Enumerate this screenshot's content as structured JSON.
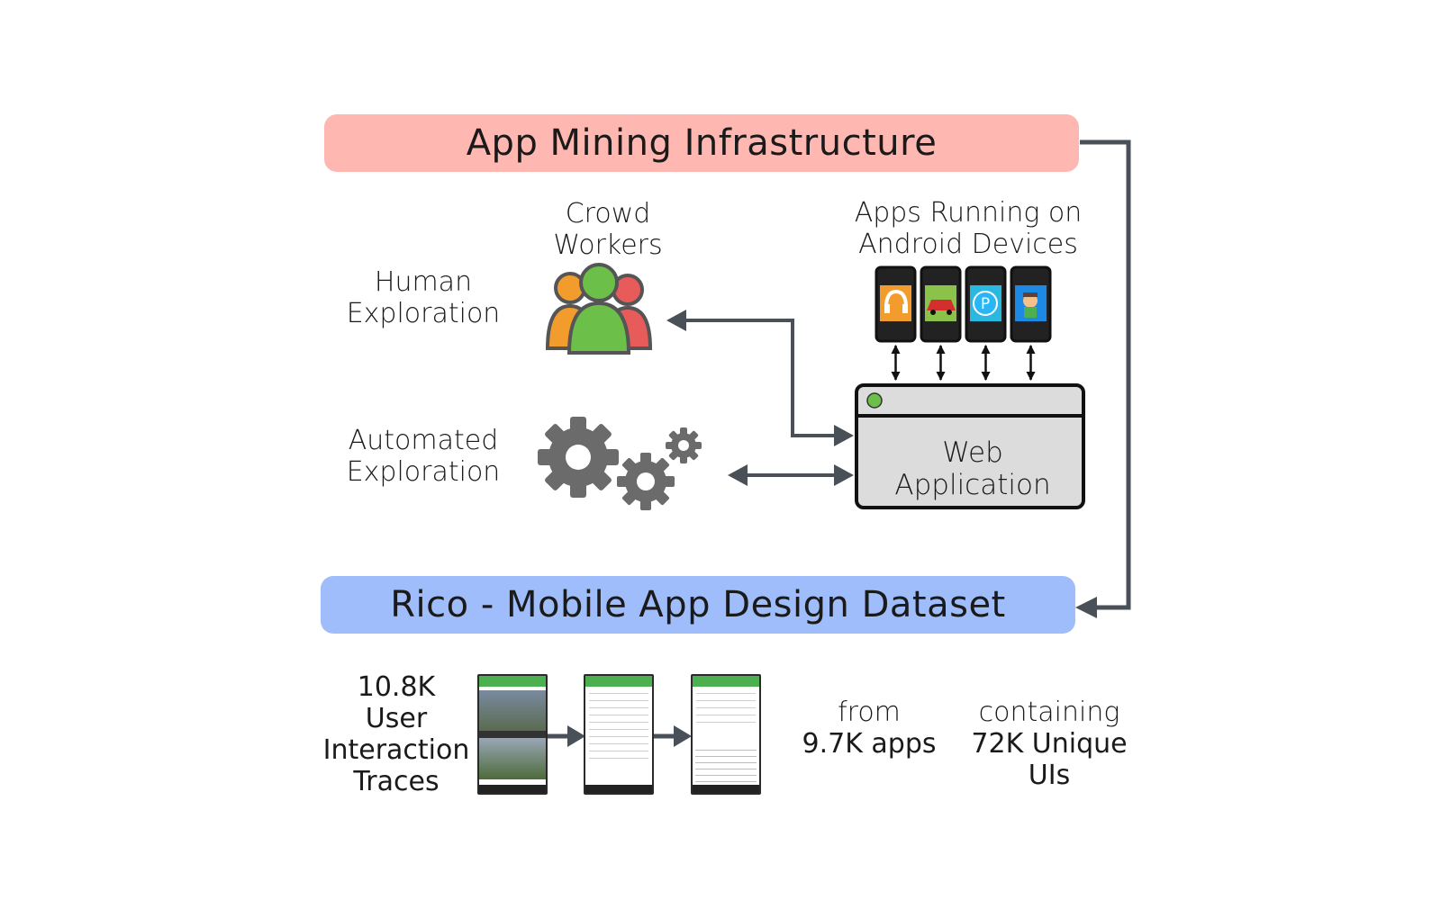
{
  "banners": {
    "top": "App Mining Infrastructure",
    "bottom": "Rico - Mobile App Design Dataset"
  },
  "labels": {
    "human_exploration": [
      "Human",
      "Exploration"
    ],
    "automated_exploration": [
      "Automated",
      "Exploration"
    ],
    "crowd_workers": [
      "Crowd",
      "Workers"
    ],
    "apps_running": [
      "Apps Running on",
      "Android Devices"
    ],
    "web_application": "Web Application"
  },
  "stats": {
    "traces": [
      "10.8K",
      "User",
      "Interaction",
      "Traces"
    ],
    "apps": [
      "from",
      "9.7K apps"
    ],
    "uis": [
      "containing",
      "72K Unique",
      "UIs"
    ]
  },
  "icons": [
    "crowd-workers-icon",
    "gears-icon",
    "headphones-app-icon",
    "racing-car-app-icon",
    "p-letter-app-icon",
    "game-character-app-icon"
  ],
  "colors": {
    "top_banner": "#ffb8b1",
    "bottom_banner": "#9fbcfb",
    "arrows": "#4a5058",
    "crowd_green": "#6cc04a",
    "crowd_orange": "#f39c2e",
    "crowd_red": "#e85b5b",
    "gear_gray": "#6b6b6b",
    "webapp_fill": "#dcdcdc"
  }
}
